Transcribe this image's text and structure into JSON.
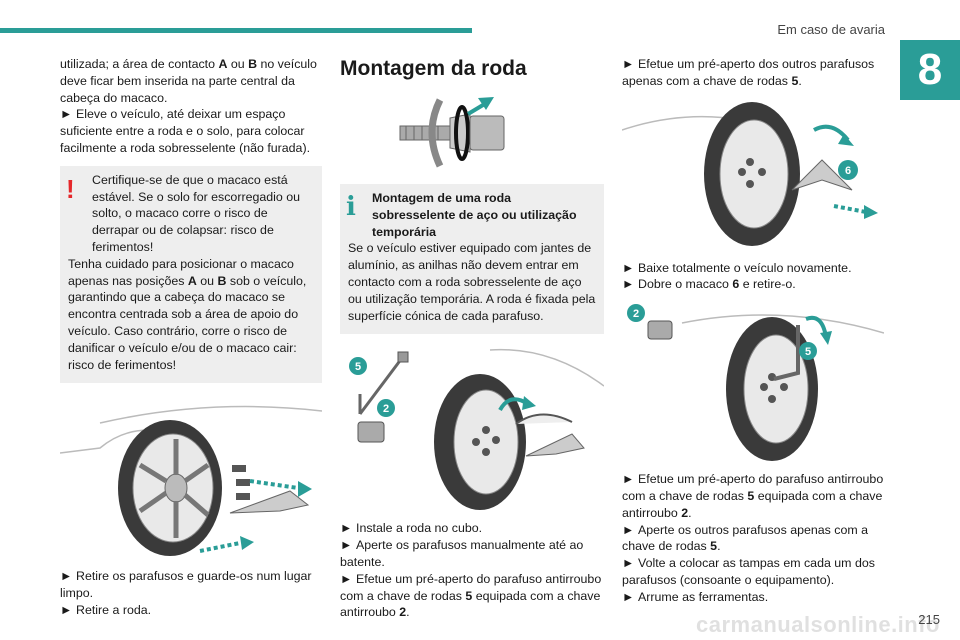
{
  "header": {
    "section_title": "Em caso de avaria",
    "chapter_number": "8",
    "accent_color": "#2a9d97"
  },
  "col1": {
    "intro_a": "utilizada; a área de contacto ",
    "intro_A": "A",
    "intro_ou": " ou ",
    "intro_B": "B",
    "intro_b": " no veículo deve ficar bem inserida na parte central da cabeça do macaco.",
    "step_raise": "Eleve o veículo, até deixar um espaço suficiente entre a roda e o solo, para colocar facilmente a roda sobresselente (não furada).",
    "warning_1": "Certifique-se de que o macaco está estável. Se o solo for escorregadio ou solto, o macaco corre o risco de derrapar ou de colapsar: risco de ferimentos!",
    "warning_2a": "Tenha cuidado para posicionar o macaco apenas nas posições ",
    "warning_2A": "A",
    "warning_2ou": " ou ",
    "warning_2B": "B",
    "warning_2b": " sob o veículo, garantindo que a cabeça do macaco se encontra centrada sob a área de apoio do veículo. Caso contrário, corre o risco de danificar o veículo e/ou de o macaco cair: risco de ferimentos!",
    "step_remove_bolts": "Retire os parafusos e guarde-os num lugar limpo.",
    "step_remove_wheel": "Retire a roda."
  },
  "col2": {
    "heading": "Montagem da roda",
    "info_title": "Montagem de uma roda sobresselente de aço ou utilização temporária",
    "info_body": "Se o veículo estiver equipado com jantes de alumínio, as anilhas não devem entrar em contacto com a roda sobresselente de aço ou utilização temporária. A roda é fixada pela superfície cónica de cada parafuso.",
    "step_install": "Instale a roda no cubo.",
    "step_tighten_hand": "Aperte os parafusos manualmente até ao batente.",
    "step_pre_antitheft_a": "Efetue um pré-aperto do parafuso antirroubo com a chave de rodas ",
    "step_pre_antitheft_5": "5",
    "step_pre_antitheft_b": " equipada com a chave antirroubo ",
    "step_pre_antitheft_2": "2",
    "step_pre_antitheft_c": "."
  },
  "col3": {
    "step_pre_others_a": "Efetue um pré-aperto dos outros parafusos apenas com a chave de rodas ",
    "step_pre_others_5": "5",
    "step_pre_others_b": ".",
    "step_lower": "Baixe totalmente o veículo novamente.",
    "step_fold_a": "Dobre o macaco ",
    "step_fold_6": "6",
    "step_fold_b": " e retire-o.",
    "step_final_antitheft_a": "Efetue um pré-aperto do parafuso antirroubo com a chave de rodas ",
    "step_final_antitheft_5": "5",
    "step_final_antitheft_b": " equipada com a chave antirroubo ",
    "step_final_antitheft_2": "2",
    "step_final_antitheft_c": ".",
    "step_final_others_a": "Aperte os outros parafusos apenas com a chave de rodas ",
    "step_final_others_5": "5",
    "step_final_others_b": ".",
    "step_caps": "Volte a colocar as tampas em cada um dos parafusos (consoante o equipamento).",
    "step_tools": "Arrume as ferramentas."
  },
  "figure_labels": {
    "wrench": "5",
    "antitheft": "2",
    "jack": "6"
  },
  "footer": {
    "page_number": "215",
    "watermark": "carmanualsonline.info"
  }
}
